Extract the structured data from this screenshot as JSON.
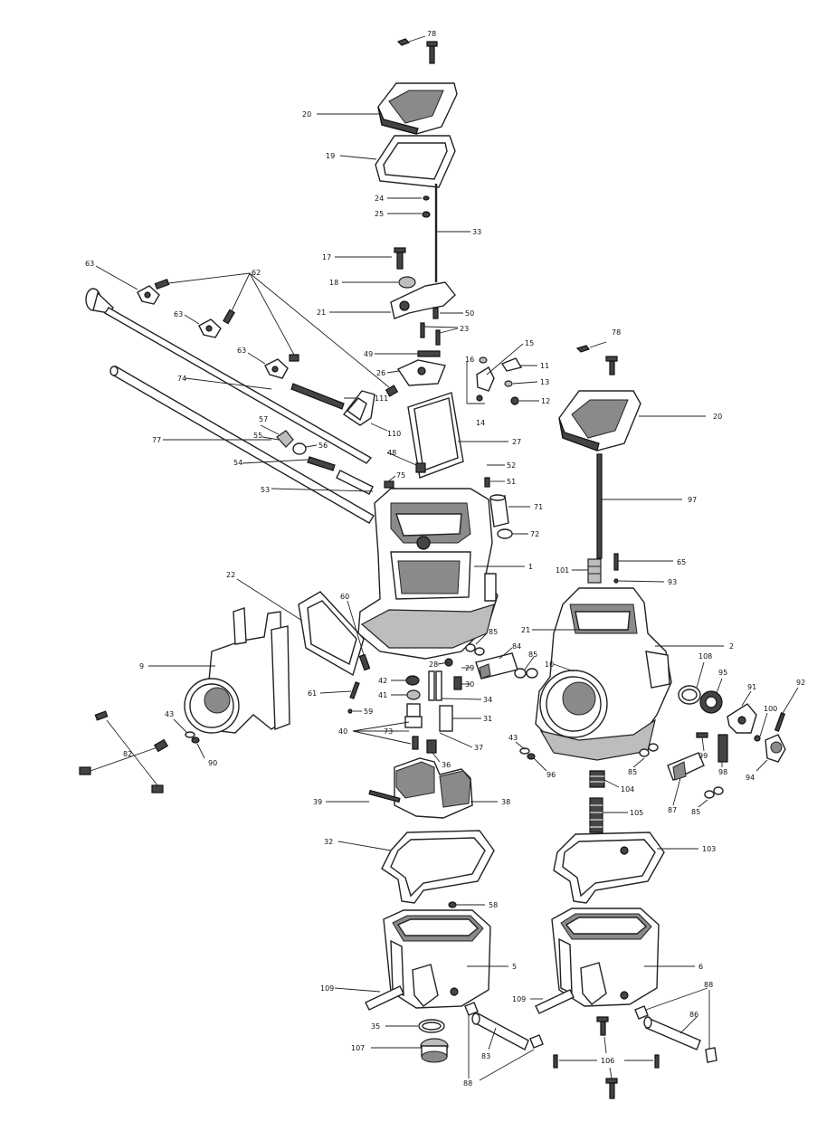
{
  "callouts": [
    {
      "id": "c78a",
      "text": "78"
    },
    {
      "id": "c20a",
      "text": "20"
    },
    {
      "id": "c19",
      "text": "19"
    },
    {
      "id": "c24",
      "text": "24"
    },
    {
      "id": "c25",
      "text": "25"
    },
    {
      "id": "c33",
      "text": "33"
    },
    {
      "id": "c17",
      "text": "17"
    },
    {
      "id": "c18",
      "text": "18"
    },
    {
      "id": "c21a",
      "text": "21"
    },
    {
      "id": "c50",
      "text": "50"
    },
    {
      "id": "c23",
      "text": "23"
    },
    {
      "id": "c63a",
      "text": "63"
    },
    {
      "id": "c62",
      "text": "62"
    },
    {
      "id": "c63b",
      "text": "63"
    },
    {
      "id": "c63c",
      "text": "63"
    },
    {
      "id": "c49",
      "text": "49"
    },
    {
      "id": "c16",
      "text": "16"
    },
    {
      "id": "c15",
      "text": "15"
    },
    {
      "id": "c11",
      "text": "11"
    },
    {
      "id": "c13",
      "text": "13"
    },
    {
      "id": "c12",
      "text": "12"
    },
    {
      "id": "c14",
      "text": "14"
    },
    {
      "id": "c26",
      "text": "26"
    },
    {
      "id": "c74",
      "text": "74"
    },
    {
      "id": "c111",
      "text": "111"
    },
    {
      "id": "c110",
      "text": "110"
    },
    {
      "id": "c78b",
      "text": "78"
    },
    {
      "id": "c20b",
      "text": "20"
    },
    {
      "id": "c57",
      "text": "57"
    },
    {
      "id": "c55",
      "text": "55"
    },
    {
      "id": "c56",
      "text": "56"
    },
    {
      "id": "c77",
      "text": "77"
    },
    {
      "id": "c48",
      "text": "48"
    },
    {
      "id": "c27",
      "text": "27"
    },
    {
      "id": "c54",
      "text": "54"
    },
    {
      "id": "c52",
      "text": "52"
    },
    {
      "id": "c51",
      "text": "51"
    },
    {
      "id": "c75",
      "text": "75"
    },
    {
      "id": "c53",
      "text": "53"
    },
    {
      "id": "c97",
      "text": "97"
    },
    {
      "id": "c71",
      "text": "71"
    },
    {
      "id": "c72",
      "text": "72"
    },
    {
      "id": "c65",
      "text": "65"
    },
    {
      "id": "c101",
      "text": "101"
    },
    {
      "id": "c93",
      "text": "93"
    },
    {
      "id": "c1",
      "text": "1"
    },
    {
      "id": "c22",
      "text": "22"
    },
    {
      "id": "c60",
      "text": "60"
    },
    {
      "id": "c21b",
      "text": "21"
    },
    {
      "id": "c2",
      "text": "2"
    },
    {
      "id": "c85a",
      "text": "85"
    },
    {
      "id": "c84",
      "text": "84"
    },
    {
      "id": "c85b",
      "text": "85"
    },
    {
      "id": "c10",
      "text": "10"
    },
    {
      "id": "c9",
      "text": "9"
    },
    {
      "id": "c28",
      "text": "28"
    },
    {
      "id": "c29",
      "text": "29"
    },
    {
      "id": "c30",
      "text": "30"
    },
    {
      "id": "c108",
      "text": "108"
    },
    {
      "id": "c95",
      "text": "95"
    },
    {
      "id": "c92",
      "text": "92"
    },
    {
      "id": "c91",
      "text": "91"
    },
    {
      "id": "c42",
      "text": "42"
    },
    {
      "id": "c61",
      "text": "61"
    },
    {
      "id": "c41",
      "text": "41"
    },
    {
      "id": "c34",
      "text": "34"
    },
    {
      "id": "c100",
      "text": "100"
    },
    {
      "id": "c59",
      "text": "59"
    },
    {
      "id": "c43a",
      "text": "43"
    },
    {
      "id": "c40",
      "text": "40"
    },
    {
      "id": "c31",
      "text": "31"
    },
    {
      "id": "c73",
      "text": "73"
    },
    {
      "id": "c82",
      "text": "82"
    },
    {
      "id": "c90",
      "text": "90"
    },
    {
      "id": "c37",
      "text": "37"
    },
    {
      "id": "c43b",
      "text": "43"
    },
    {
      "id": "c99",
      "text": "99"
    },
    {
      "id": "c98",
      "text": "98"
    },
    {
      "id": "c94",
      "text": "94"
    },
    {
      "id": "c36",
      "text": "36"
    },
    {
      "id": "c96",
      "text": "96"
    },
    {
      "id": "c85c",
      "text": "85"
    },
    {
      "id": "c104",
      "text": "104"
    },
    {
      "id": "c87",
      "text": "87"
    },
    {
      "id": "c85d",
      "text": "85"
    },
    {
      "id": "c39",
      "text": "39"
    },
    {
      "id": "c38",
      "text": "38"
    },
    {
      "id": "c105",
      "text": "105"
    },
    {
      "id": "c32",
      "text": "32"
    },
    {
      "id": "c103",
      "text": "103"
    },
    {
      "id": "c58",
      "text": "58"
    },
    {
      "id": "c5",
      "text": "5"
    },
    {
      "id": "c6",
      "text": "6"
    },
    {
      "id": "c109a",
      "text": "109"
    },
    {
      "id": "c109b",
      "text": "109"
    },
    {
      "id": "c88a",
      "text": "88"
    },
    {
      "id": "c86",
      "text": "86"
    },
    {
      "id": "c35",
      "text": "35"
    },
    {
      "id": "c107",
      "text": "107"
    },
    {
      "id": "c83",
      "text": "83"
    },
    {
      "id": "c106",
      "text": "106"
    },
    {
      "id": "c88b",
      "text": "88"
    }
  ]
}
